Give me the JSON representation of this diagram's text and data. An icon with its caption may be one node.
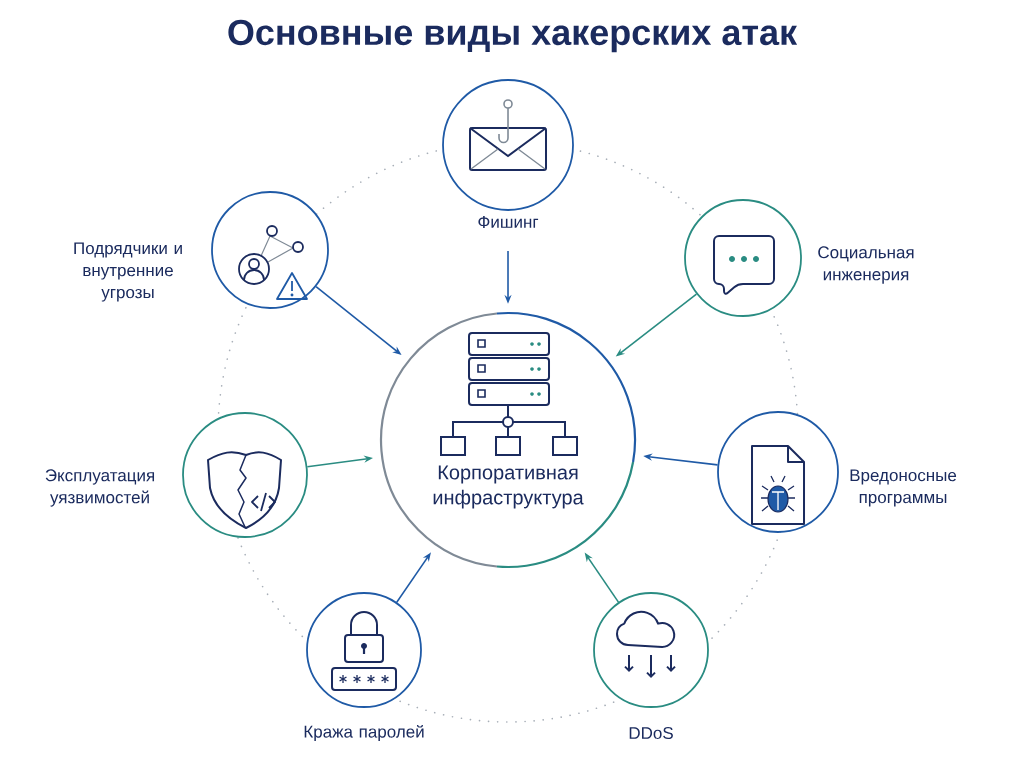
{
  "diagram": {
    "title": "Основные виды хакерских атак",
    "nodes": [
      {
        "text": [
          "Корпоративная инфраструктура"
        ]
      },
      {
        "text": [
          "Фишинг"
        ]
      },
      {
        "text": [
          "Подрядчики и внутренние угрозы"
        ]
      },
      {
        "text": [
          "Социальная инженерия"
        ]
      },
      {
        "text": [
          "Эксплуатация уязвимостей"
        ]
      },
      {
        "text": [
          "Вредоносные программы"
        ]
      },
      {
        "text": [
          "Кража паролей"
        ]
      },
      {
        "text": [
          "DDoS"
        ]
      }
    ],
    "edges": [
      {
        "from": 1,
        "to": 0,
        "arrow": "to"
      },
      {
        "from": 2,
        "to": 0,
        "arrow": "to"
      },
      {
        "from": 3,
        "to": 0,
        "arrow": "to",
        "color": "#2a8c82"
      },
      {
        "from": 4,
        "to": 0,
        "arrow": "to",
        "color": "#2a8c82"
      },
      {
        "from": 5,
        "to": 0,
        "arrow": "to"
      },
      {
        "from": 6,
        "to": 0,
        "arrow": "to"
      },
      {
        "from": 7,
        "to": 0,
        "arrow": "to",
        "color": "#2a8c82"
      }
    ]
  }
}
